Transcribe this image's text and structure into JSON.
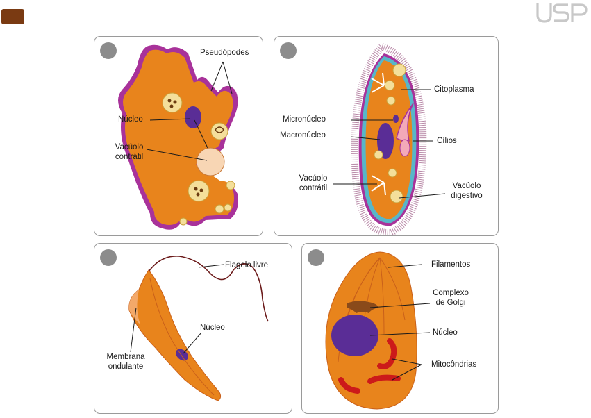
{
  "panels": {
    "amoeba": {
      "pseudopods": "Pseudópodes",
      "nucleus": "Núcleo",
      "contractile_vacuole_l1": "Vacúolo",
      "contractile_vacuole_l2": "contrátil"
    },
    "paramecium": {
      "cytoplasm": "Citoplasma",
      "micronucleus": "Micronúcleo",
      "macronucleus": "Macronúcleo",
      "cilia": "Cílios",
      "contractile_vacuole_l1": "Vacúolo",
      "contractile_vacuole_l2": "contrátil",
      "digestive_vacuole_l1": "Vacúolo",
      "digestive_vacuole_l2": "digestivo"
    },
    "trypanosome": {
      "free_flagellum": "Flagelo livre",
      "nucleus": "Núcleo",
      "undulating_membrane_l1": "Membrana",
      "undulating_membrane_l2": "ondulante"
    },
    "sporozoan": {
      "filaments": "Filamentos",
      "golgi_l1": "Complexo",
      "golgi_l2": "de Golgi",
      "nucleus": "Núcleo",
      "mitochondria": "Mitocôndrias"
    }
  },
  "colors": {
    "cytoplasm": "#e8841c",
    "membrane": "#a8329a",
    "nucleus": "#5a2d96",
    "panel_border": "#9a9a9a",
    "number_circle": "#8c8c8c",
    "brand": "#7a3a12"
  }
}
